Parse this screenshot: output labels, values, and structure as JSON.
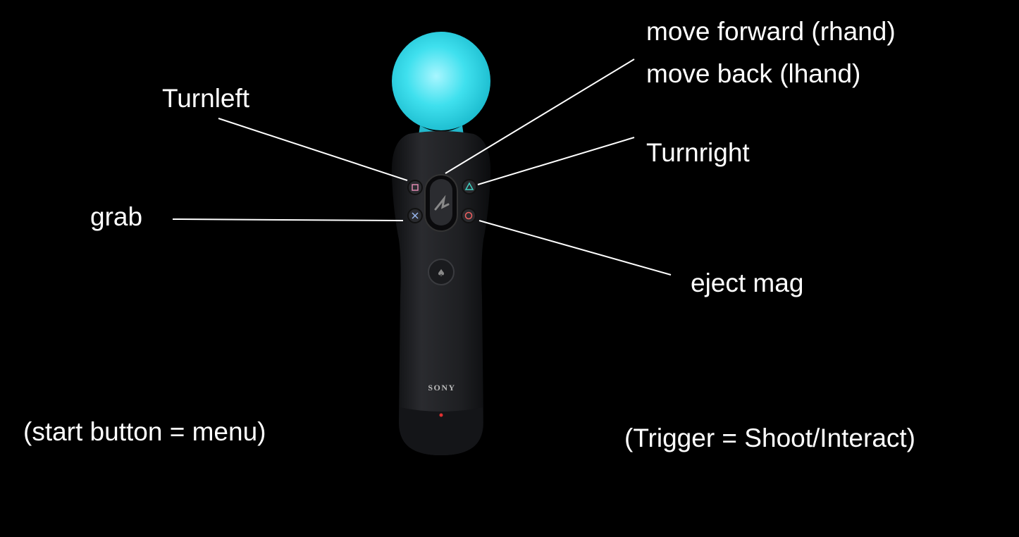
{
  "labels": {
    "move_forward": "move forward (rhand)",
    "move_back": "move back (lhand)",
    "turn_left": "Turnleft",
    "turn_right": "Turnright",
    "grab": "grab",
    "eject_mag": "eject mag",
    "start_menu": "(start button = menu)",
    "trigger": "(Trigger = Shoot/Interact)"
  },
  "controller": {
    "brand": "SONY"
  },
  "colors": {
    "background": "#000000",
    "orb": "#2fd6e6",
    "body": "#1c1d20",
    "text": "#ffffff"
  }
}
